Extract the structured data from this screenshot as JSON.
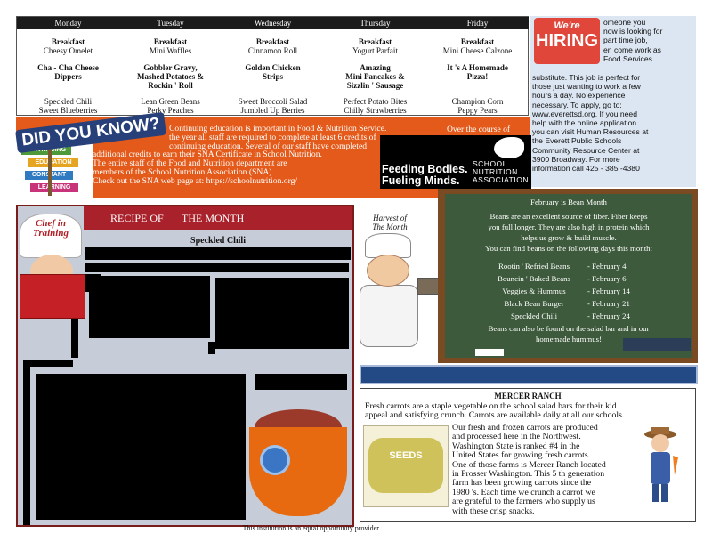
{
  "menu": {
    "days": [
      {
        "name": "Monday",
        "breakfast_label": "Breakfast",
        "breakfast": "Cheesy Omelet",
        "lunch": [
          "Cha    - Cha Cheese",
          "Dippers"
        ],
        "sides": [
          "Speckled Chili",
          "Sweet Blueberries"
        ]
      },
      {
        "name": "Tuesday",
        "breakfast_label": "Breakfast",
        "breakfast": "Mini Waffles",
        "lunch": [
          "Gobbler Gravy,",
          "Mashed Potatoes &",
          "Rockin      ' Roll"
        ],
        "sides": [
          "Lean Green Beans",
          "Perky Peaches"
        ]
      },
      {
        "name": "Wednesday",
        "breakfast_label": "Breakfast",
        "breakfast": "Cinnamon Roll",
        "lunch": [
          "Golden Chicken",
          "Strips"
        ],
        "sides": [
          "Sweet Broccoli Salad",
          "Jumbled Up Berries"
        ]
      },
      {
        "name": "Thursday",
        "breakfast_label": "Breakfast",
        "breakfast": "Yogurt Parfait",
        "lunch": [
          "Amazing",
          "Mini Pancakes &",
          "Sizzlin     ' Sausage"
        ],
        "sides": [
          "Perfect Potato Bites",
          "Chilly Strawberries"
        ]
      },
      {
        "name": "Friday",
        "breakfast_label": "Breakfast",
        "breakfast": "Mini Cheese Calzone",
        "lunch": [
          "It   's A Homemade",
          "Pizza!"
        ],
        "sides": [
          "Champion Corn",
          "Peppy Pears"
        ]
      }
    ]
  },
  "hiring": {
    "badge_top": "We're",
    "badge_main": "HIRING",
    "lines_right": [
      "omeone you",
      "now is looking for",
      "part time job,",
      "en come work as",
      "Food Services"
    ],
    "lines_full": [
      "substitute. This job is perfect for",
      "those just wanting to work a few",
      "hours a day.  No experience",
      "necessary. To apply, go to:",
      "www.everettsd.org. If you need",
      "help with the online application",
      "you can visit Human Resources at",
      "the Everett Public Schools",
      "Community Resource Center at",
      "3900 Broadway. For more",
      "information call 425          - 385   -4380"
    ]
  },
  "dyk": {
    "title": "DID YOU KNOW?",
    "signs": [
      "CONTINUING",
      "EDUCATION",
      "CONSTANT",
      "LEARNING"
    ],
    "lines": [
      "Continuing education is important in Food & Nutrition Service.",
      "the year all staff are required to complete at least 6 credits of",
      "continuing education. Several of our staff have completed"
    ],
    "lines_wide": [
      "additional credits to earn their SNA Certificate in School Nutrition.",
      "The entire staff of the Food and Nutrition department are",
      "members of the School Nutrition Association (SNA).",
      "Check out the SNA web page at:                   https://schoolnutrition.org/"
    ],
    "over": "Over the course of",
    "sna_tagline": [
      "Feeding Bodies.",
      "Fueling Minds."
    ],
    "sna_logo": [
      "SCHOOL",
      "NUTRITION",
      "ASSOCIATION"
    ]
  },
  "recipe": {
    "header_left": "RECIPE OF",
    "header_right": "THE    MONTH",
    "name": "Speckled Chili",
    "chef_label": [
      "Chef in",
      "Training"
    ]
  },
  "harvest": {
    "title": [
      "Harvest of",
      "The Month"
    ]
  },
  "board": {
    "title": "February is Bean Month",
    "intro": [
      "Beans are an excellent source of fiber. Fiber keeps",
      "you full longer. They are also high in protein which",
      "helps us grow & build muscle.",
      "You can find beans on the following days this month:"
    ],
    "items": [
      {
        "name": "Rootin     ' Refried Beans",
        "date": "- February 4"
      },
      {
        "name": "Bouncin     ' Baked Beans",
        "date": "- February 6"
      },
      {
        "name": "Veggies & Hummus",
        "date": "- February 14"
      },
      {
        "name": "Black Bean Burger",
        "date": "- February 21"
      },
      {
        "name": "Speckled Chili",
        "date": "- February 24"
      }
    ],
    "outro": [
      "Beans can also be found on the salad bar and in our",
      "homemade hummus!"
    ]
  },
  "mercer": {
    "title": "MERCER RANCH",
    "p1": [
      "Fresh carrots are a staple vegetable on the school salad bars for their kid",
      "appeal and satisfying crunch. Carrots are available daily at all our schools."
    ],
    "p2": [
      "Our fresh and frozen carrots are produced",
      "and processed here in the Northwest.",
      "Washington State is ranked #4 in the",
      "United States for growing fresh carrots.",
      "One of those farms is Mercer Ranch located",
      "in Prosser Washington. This 5        th generation",
      "farm has been growing carrots since the",
      "1980   's. Each time we crunch a carrot we",
      "are grateful to the farmers who supply us",
      "with these crisp snacks."
    ],
    "seeds_label": "SEEDS"
  },
  "footer": "This institution is an equal opportunity provider.",
  "colors": {
    "orange": "#e35a1a",
    "recipe_red": "#a9212a",
    "chalk_green": "#3d5a3c",
    "hiring_blue": "#dce6f2"
  }
}
